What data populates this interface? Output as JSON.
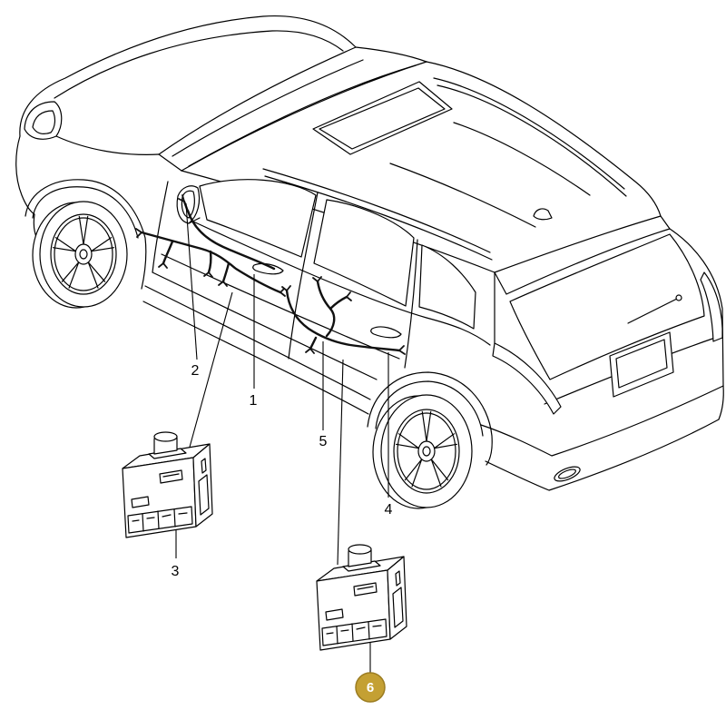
{
  "callouts": [
    {
      "label": "1",
      "highlighted": false
    },
    {
      "label": "2",
      "highlighted": false
    },
    {
      "label": "3",
      "highlighted": false
    },
    {
      "label": "4",
      "highlighted": false
    },
    {
      "label": "5",
      "highlighted": false
    },
    {
      "label": "6",
      "highlighted": true
    }
  ],
  "colors": {
    "line": "#000000",
    "background": "#ffffff",
    "highlight_fill": "#c4a033",
    "highlight_text": "#ffffff"
  }
}
